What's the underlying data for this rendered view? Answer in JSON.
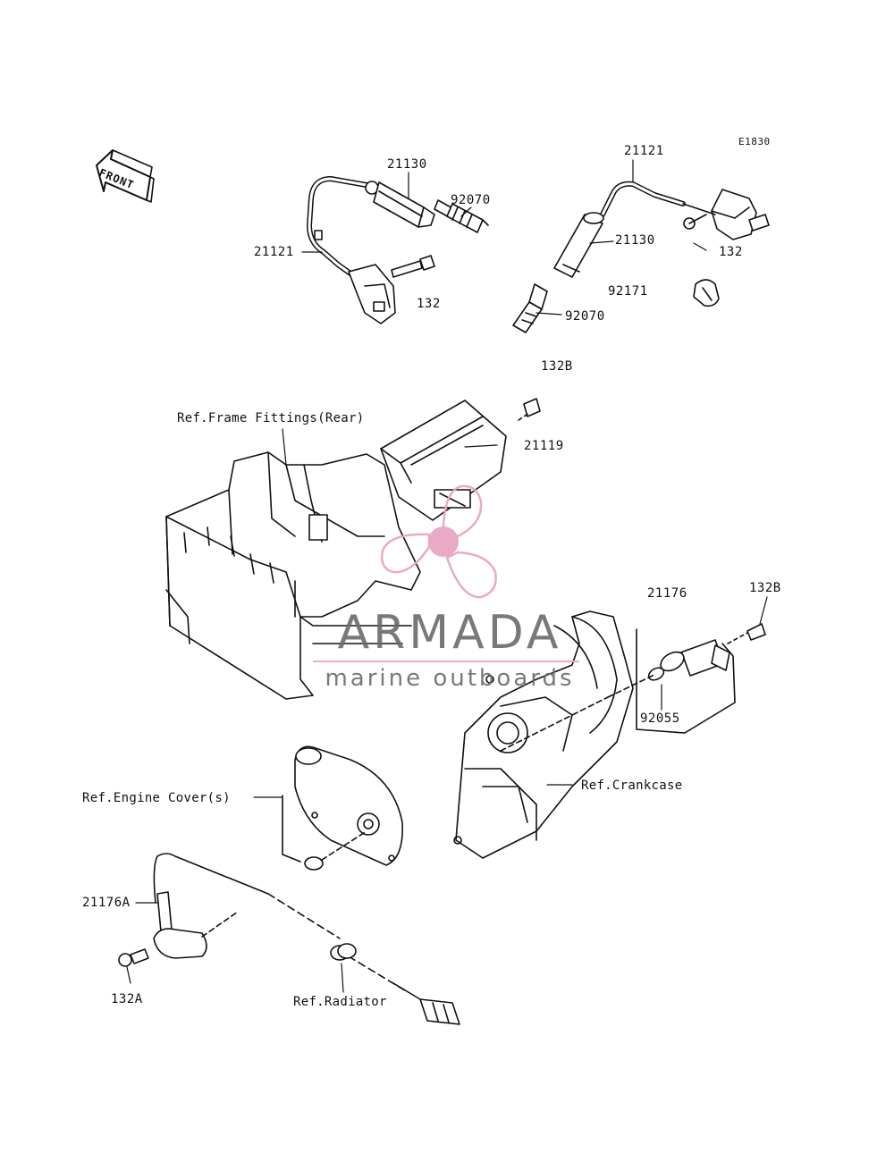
{
  "diagram_code": "E1830",
  "front_label": "FRONT",
  "labels": {
    "p21130_top": "21130",
    "p92070_top": "92070",
    "p21121_left": "21121",
    "p132_left": "132",
    "p21121_right": "21121",
    "p21130_right": "21130",
    "p132_right": "132",
    "p92171": "92171",
    "p92070_right": "92070",
    "p132B_top": "132B",
    "p21119": "21119",
    "p21176": "21176",
    "p132B_right": "132B",
    "p92055": "92055",
    "p21176A": "21176A",
    "p132A": "132A"
  },
  "refs": {
    "frame": "Ref.Frame Fittings(Rear)",
    "crankcase": "Ref.Crankcase",
    "engine_cover": "Ref.Engine Cover(s)",
    "radiator": "Ref.Radiator"
  },
  "watermark": {
    "title": "ARMADA",
    "subtitle": "marine outboards",
    "color": "#e8a6c4"
  }
}
